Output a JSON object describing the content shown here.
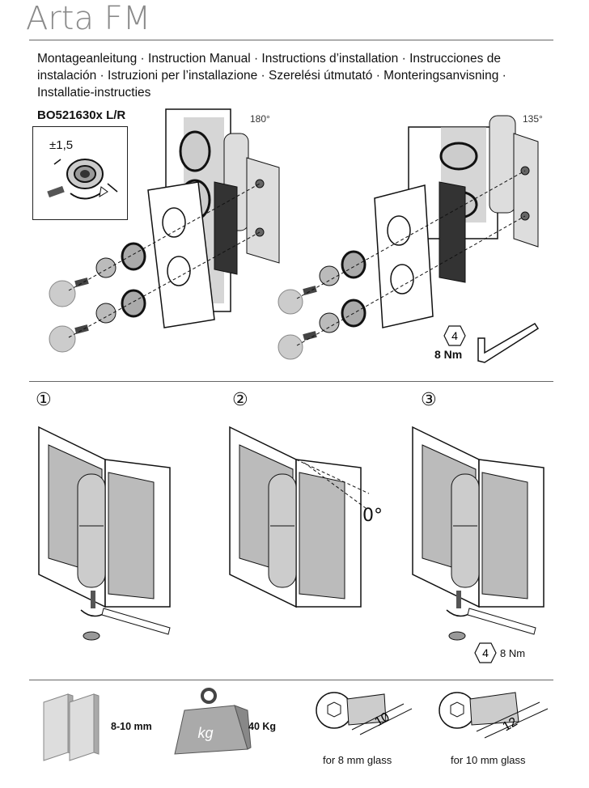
{
  "brand": "Arta FM",
  "subtitle": "Montageanleitung · Instruction Manual · Instructions d’installation · Instrucciones de instalación · Istruzioni per l’installazione · Szerelési útmutató · Monteringsanvisning · Installatie-instructies",
  "model": "BO521630x L/R",
  "angle_180": "180°",
  "angle_135": "135°",
  "tolerance": "±1,5",
  "torque_badge": "4",
  "torque_value": "8 Nm",
  "steps": [
    "①",
    "②",
    "③"
  ],
  "zero_angle": "0°",
  "footer": {
    "glass_thickness": "8-10 mm",
    "weight": "40 Kg",
    "weight_glyph": "kg",
    "screw_8": "10",
    "screw_10": "12",
    "label_8": "for 8 mm glass",
    "label_10": "for 10 mm glass"
  }
}
